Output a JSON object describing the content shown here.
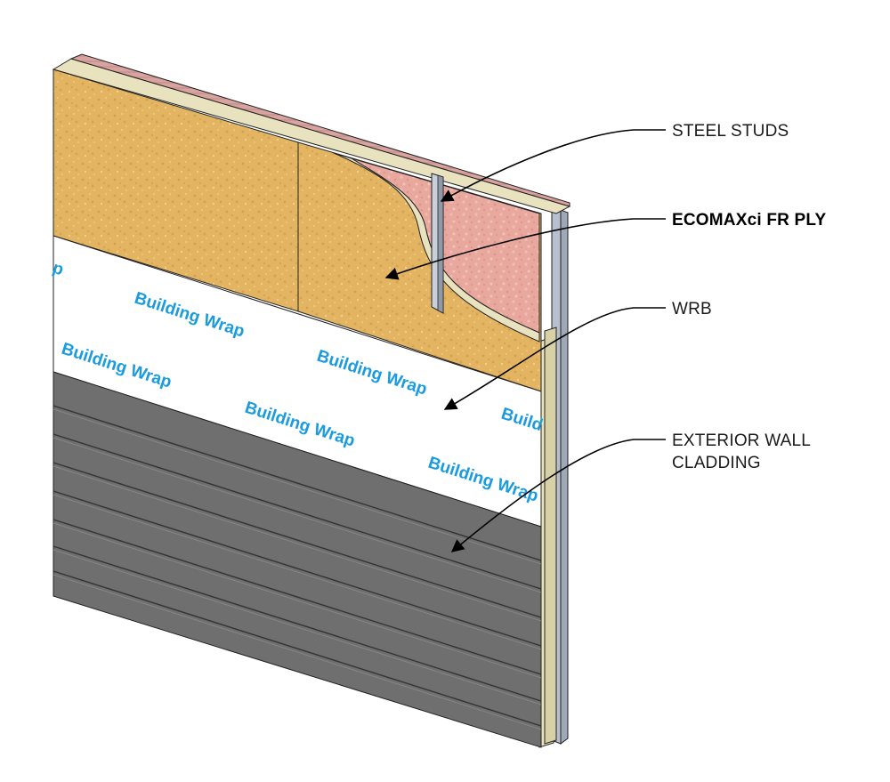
{
  "callouts": {
    "steel_studs": "STEEL STUDS",
    "ecomax": "ECOMAXci FR PLY",
    "wrb": "WRB",
    "cladding_line1": "EXTERIOR WALL",
    "cladding_line2": "CLADDING"
  },
  "wrap_print": {
    "text": "Building Wrap",
    "partial_left": "p",
    "partial_right": "Build"
  },
  "colors": {
    "osb": "#e3b461",
    "osb_speckle": "#c8913a",
    "insulation": "#e8a89e",
    "insulation_dark": "#d4857c",
    "wrap_white": "#ffffff",
    "wrap_print": "#1a9be0",
    "cladding": "#6f6f6f",
    "cladding_line": "#333333",
    "board_edge": "#e8e2bf",
    "stud_edge": "#a9b2bf",
    "outline": "#222222"
  },
  "icons": {
    "leader_arrow": "arrow-icon"
  }
}
